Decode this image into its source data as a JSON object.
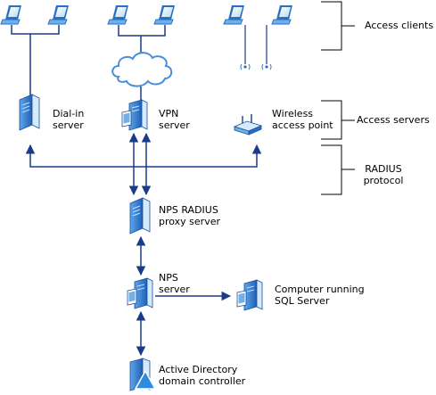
{
  "colors": {
    "line": "#1a3a8a",
    "bracket": "#000000",
    "device_light": "#d6ebfa",
    "device_mid": "#6fb0e8",
    "device_dark": "#2a6fc0",
    "cloud": "#ffffff",
    "cloud_stroke": "#4a8fd6"
  },
  "labels": {
    "dialin": "Dial-in\nserver",
    "vpn": "VPN\nserver",
    "wireless": "Wireless\naccess point",
    "proxy": "NPS RADIUS\nproxy server",
    "nps": "NPS\nserver",
    "sql": "Computer running\nSQL Server",
    "ad": "Active Directory\ndomain controller"
  },
  "groups": {
    "clients": "Access clients",
    "servers": "Access servers",
    "radius": "RADIUS\nprotocol"
  },
  "icons": {
    "client": "laptop-icon",
    "server": "server-icon",
    "cloud": "cloud-icon",
    "access_point": "wireless-access-point-icon",
    "domain_controller": "domain-controller-icon"
  }
}
